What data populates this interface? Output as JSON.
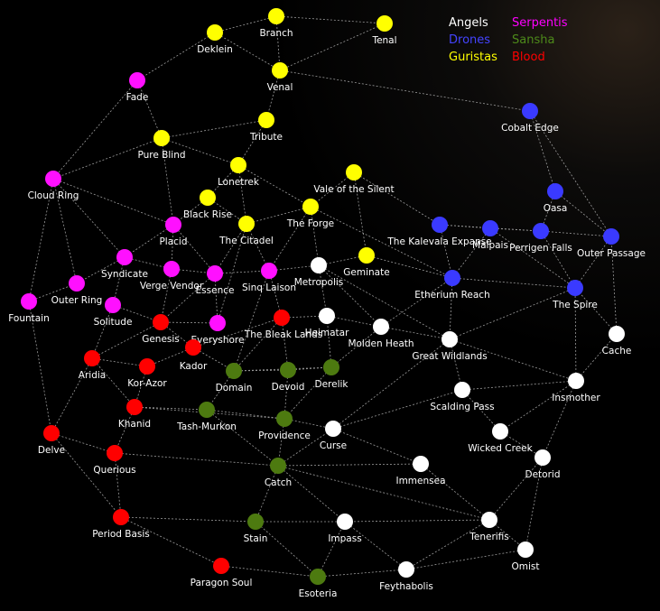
{
  "legend": [
    {
      "label": "Angels",
      "color": "#ffffff"
    },
    {
      "label": "Serpentis",
      "color": "#ff00ff"
    },
    {
      "label": "Drones",
      "color": "#4040ff"
    },
    {
      "label": "Sansha",
      "color": "#4d8a1a"
    },
    {
      "label": "Guristas",
      "color": "#ffff00"
    },
    {
      "label": "Blood",
      "color": "#ff0000"
    }
  ],
  "nodes": [
    {
      "id": "branch",
      "label": "Branch",
      "faction": "Guristas"
    },
    {
      "id": "tenal",
      "label": "Tenal",
      "faction": "Guristas"
    },
    {
      "id": "deklein",
      "label": "Deklein",
      "faction": "Guristas"
    },
    {
      "id": "venal",
      "label": "Venal",
      "faction": "Guristas"
    },
    {
      "id": "tribute",
      "label": "Tribute",
      "faction": "Guristas"
    },
    {
      "id": "pureblind",
      "label": "Pure Blind",
      "faction": "Guristas"
    },
    {
      "id": "lonetrek",
      "label": "Lonetrek",
      "faction": "Guristas"
    },
    {
      "id": "valeofthesilent",
      "label": "Vale of the Silent",
      "faction": "Guristas"
    },
    {
      "id": "blackrise",
      "label": "Black Rise",
      "faction": "Guristas"
    },
    {
      "id": "theforge",
      "label": "The Forge",
      "faction": "Guristas"
    },
    {
      "id": "thecitadel",
      "label": "The Citadel",
      "faction": "Guristas"
    },
    {
      "id": "geminate",
      "label": "Geminate",
      "faction": "Guristas"
    },
    {
      "id": "fade",
      "label": "Fade",
      "faction": "Serpentis"
    },
    {
      "id": "cloudring",
      "label": "Cloud Ring",
      "faction": "Serpentis"
    },
    {
      "id": "placid",
      "label": "Placid",
      "faction": "Serpentis"
    },
    {
      "id": "syndicate",
      "label": "Syndicate",
      "faction": "Serpentis"
    },
    {
      "id": "outerring",
      "label": "Outer Ring",
      "faction": "Serpentis"
    },
    {
      "id": "fountain",
      "label": "Fountain",
      "faction": "Serpentis"
    },
    {
      "id": "solitude",
      "label": "Solitude",
      "faction": "Serpentis"
    },
    {
      "id": "vergevendor",
      "label": "Verge Vendor",
      "faction": "Serpentis"
    },
    {
      "id": "essence",
      "label": "Essence",
      "faction": "Serpentis"
    },
    {
      "id": "sinqlaison",
      "label": "Sinq Laison",
      "faction": "Serpentis"
    },
    {
      "id": "everyshore",
      "label": "Everyshore",
      "faction": "Serpentis"
    },
    {
      "id": "cobaltedge",
      "label": "Cobalt Edge",
      "faction": "Drones"
    },
    {
      "id": "oasa",
      "label": "Oasa",
      "faction": "Drones"
    },
    {
      "id": "kalevala",
      "label": "The Kalevala Expanse",
      "faction": "Drones"
    },
    {
      "id": "malpais",
      "label": "Malpais",
      "faction": "Drones"
    },
    {
      "id": "perrigenfalls",
      "label": "Perrigen Falls",
      "faction": "Drones"
    },
    {
      "id": "outerpassage",
      "label": "Outer Passage",
      "faction": "Drones"
    },
    {
      "id": "etheriumreach",
      "label": "Etherium Reach",
      "faction": "Drones"
    },
    {
      "id": "thespire",
      "label": "The Spire",
      "faction": "Drones"
    },
    {
      "id": "metropolis",
      "label": "Metropolis",
      "faction": "Angels"
    },
    {
      "id": "heimatar",
      "label": "Heimatar",
      "faction": "Angels"
    },
    {
      "id": "moldenheath",
      "label": "Molden Heath",
      "faction": "Angels"
    },
    {
      "id": "greatwildlands",
      "label": "Great Wildlands",
      "faction": "Angels"
    },
    {
      "id": "cache",
      "label": "Cache",
      "faction": "Angels"
    },
    {
      "id": "insmother",
      "label": "Insmother",
      "faction": "Angels"
    },
    {
      "id": "scaldingpass",
      "label": "Scalding Pass",
      "faction": "Angels"
    },
    {
      "id": "wickedcreek",
      "label": "Wicked Creek",
      "faction": "Angels"
    },
    {
      "id": "detorid",
      "label": "Detorid",
      "faction": "Angels"
    },
    {
      "id": "curse",
      "label": "Curse",
      "faction": "Angels"
    },
    {
      "id": "immensea",
      "label": "Immensea",
      "faction": "Angels"
    },
    {
      "id": "impass",
      "label": "Impass",
      "faction": "Angels"
    },
    {
      "id": "tenerifis",
      "label": "Tenerifis",
      "faction": "Angels"
    },
    {
      "id": "omist",
      "label": "Omist",
      "faction": "Angels"
    },
    {
      "id": "feythabolis",
      "label": "Feythabolis",
      "faction": "Angels"
    },
    {
      "id": "genesis",
      "label": "Genesis",
      "faction": "Blood"
    },
    {
      "id": "thebleaklands",
      "label": "The Bleak Lands",
      "faction": "Blood"
    },
    {
      "id": "kador",
      "label": "Kador",
      "faction": "Blood"
    },
    {
      "id": "aridia",
      "label": "Aridia",
      "faction": "Blood"
    },
    {
      "id": "korazor",
      "label": "Kor-Azor",
      "faction": "Blood"
    },
    {
      "id": "khanid",
      "label": "Khanid",
      "faction": "Blood"
    },
    {
      "id": "delve",
      "label": "Delve",
      "faction": "Blood"
    },
    {
      "id": "querious",
      "label": "Querious",
      "faction": "Blood"
    },
    {
      "id": "periodbasis",
      "label": "Period Basis",
      "faction": "Blood"
    },
    {
      "id": "paragonsoul",
      "label": "Paragon Soul",
      "faction": "Blood"
    },
    {
      "id": "domain",
      "label": "Domain",
      "faction": "Sansha"
    },
    {
      "id": "devoid",
      "label": "Devoid",
      "faction": "Sansha"
    },
    {
      "id": "derelik",
      "label": "Derelik",
      "faction": "Sansha"
    },
    {
      "id": "tashmurkon",
      "label": "Tash-Murkon",
      "faction": "Sansha"
    },
    {
      "id": "providence",
      "label": "Providence",
      "faction": "Sansha"
    },
    {
      "id": "catch",
      "label": "Catch",
      "faction": "Sansha"
    },
    {
      "id": "stain",
      "label": "Stain",
      "faction": "Sansha"
    },
    {
      "id": "esoteria",
      "label": "Esoteria",
      "faction": "Sansha"
    }
  ],
  "edges": [
    [
      "branch",
      "tenal"
    ],
    [
      "branch",
      "deklein"
    ],
    [
      "branch",
      "venal"
    ],
    [
      "tenal",
      "venal"
    ],
    [
      "deklein",
      "fade"
    ],
    [
      "deklein",
      "venal"
    ],
    [
      "venal",
      "tribute"
    ],
    [
      "venal",
      "cobaltedge"
    ],
    [
      "tribute",
      "pureblind"
    ],
    [
      "tribute",
      "lonetrek"
    ],
    [
      "pureblind",
      "fade"
    ],
    [
      "pureblind",
      "cloudring"
    ],
    [
      "pureblind",
      "lonetrek"
    ],
    [
      "pureblind",
      "placid"
    ],
    [
      "lonetrek",
      "blackrise"
    ],
    [
      "lonetrek",
      "theforge"
    ],
    [
      "lonetrek",
      "thecitadel"
    ],
    [
      "valeofthesilent",
      "theforge"
    ],
    [
      "valeofthesilent",
      "geminate"
    ],
    [
      "valeofthesilent",
      "kalevala"
    ],
    [
      "theforge",
      "thecitadel"
    ],
    [
      "theforge",
      "metropolis"
    ],
    [
      "theforge",
      "sinqlaison"
    ],
    [
      "theforge",
      "etheriumreach"
    ],
    [
      "blackrise",
      "placid"
    ],
    [
      "blackrise",
      "thecitadel"
    ],
    [
      "thecitadel",
      "essence"
    ],
    [
      "thecitadel",
      "sinqlaison"
    ],
    [
      "thecitadel",
      "everyshore"
    ],
    [
      "geminate",
      "metropolis"
    ],
    [
      "geminate",
      "etheriumreach"
    ],
    [
      "fade",
      "cloudring"
    ],
    [
      "cloudring",
      "outerring"
    ],
    [
      "cloudring",
      "fountain"
    ],
    [
      "cloudring",
      "syndicate"
    ],
    [
      "cloudring",
      "placid"
    ],
    [
      "placid",
      "syndicate"
    ],
    [
      "placid",
      "vergevendor"
    ],
    [
      "placid",
      "essence"
    ],
    [
      "syndicate",
      "outerring"
    ],
    [
      "syndicate",
      "solitude"
    ],
    [
      "syndicate",
      "vergevendor"
    ],
    [
      "fountain",
      "delve"
    ],
    [
      "fountain",
      "outerring"
    ],
    [
      "solitude",
      "aridia"
    ],
    [
      "solitude",
      "genesis"
    ],
    [
      "vergevendor",
      "essence"
    ],
    [
      "vergevendor",
      "genesis"
    ],
    [
      "essence",
      "sinqlaison"
    ],
    [
      "essence",
      "everyshore"
    ],
    [
      "essence",
      "genesis"
    ],
    [
      "sinqlaison",
      "metropolis"
    ],
    [
      "sinqlaison",
      "domain"
    ],
    [
      "sinqlaison",
      "thebleaklands"
    ],
    [
      "everyshore",
      "genesis"
    ],
    [
      "genesis",
      "kador"
    ],
    [
      "genesis",
      "aridia"
    ],
    [
      "kador",
      "korazor"
    ],
    [
      "kador",
      "domain"
    ],
    [
      "kador",
      "thebleaklands"
    ],
    [
      "aridia",
      "korazor"
    ],
    [
      "aridia",
      "delve"
    ],
    [
      "aridia",
      "khanid"
    ],
    [
      "korazor",
      "khanid"
    ],
    [
      "khanid",
      "tashmurkon"
    ],
    [
      "khanid",
      "querious"
    ],
    [
      "khanid",
      "providence"
    ],
    [
      "delve",
      "querious"
    ],
    [
      "delve",
      "periodbasis"
    ],
    [
      "querious",
      "periodbasis"
    ],
    [
      "querious",
      "catch"
    ],
    [
      "periodbasis",
      "stain"
    ],
    [
      "periodbasis",
      "paragonsoul"
    ],
    [
      "paragonsoul",
      "esoteria"
    ],
    [
      "thebleaklands",
      "devoid"
    ],
    [
      "thebleaklands",
      "heimatar"
    ],
    [
      "thebleaklands",
      "domain"
    ],
    [
      "domain",
      "tashmurkon"
    ],
    [
      "domain",
      "devoid"
    ],
    [
      "domain",
      "derelik"
    ],
    [
      "devoid",
      "derelik"
    ],
    [
      "devoid",
      "providence"
    ],
    [
      "derelik",
      "heimatar"
    ],
    [
      "derelik",
      "moldenheath"
    ],
    [
      "derelik",
      "providence"
    ],
    [
      "tashmurkon",
      "providence"
    ],
    [
      "tashmurkon",
      "catch"
    ],
    [
      "providence",
      "catch"
    ],
    [
      "providence",
      "curse"
    ],
    [
      "catch",
      "stain"
    ],
    [
      "catch",
      "curse"
    ],
    [
      "catch",
      "immensea"
    ],
    [
      "catch",
      "impass"
    ],
    [
      "catch",
      "tenerifis"
    ],
    [
      "stain",
      "esoteria"
    ],
    [
      "stain",
      "impass"
    ],
    [
      "esoteria",
      "feythabolis"
    ],
    [
      "esoteria",
      "impass"
    ],
    [
      "metropolis",
      "heimatar"
    ],
    [
      "metropolis",
      "moldenheath"
    ],
    [
      "metropolis",
      "greatwildlands"
    ],
    [
      "heimatar",
      "moldenheath"
    ],
    [
      "moldenheath",
      "greatwildlands"
    ],
    [
      "moldenheath",
      "etheriumreach"
    ],
    [
      "greatwildlands",
      "curse"
    ],
    [
      "greatwildlands",
      "scaldingpass"
    ],
    [
      "greatwildlands",
      "thespire"
    ],
    [
      "greatwildlands",
      "insmother"
    ],
    [
      "curse",
      "scaldingpass"
    ],
    [
      "curse",
      "immensea"
    ],
    [
      "scaldingpass",
      "insmother"
    ],
    [
      "scaldingpass",
      "wickedcreek"
    ],
    [
      "insmother",
      "cache"
    ],
    [
      "insmother",
      "thespire"
    ],
    [
      "insmother",
      "wickedcreek"
    ],
    [
      "insmother",
      "detorid"
    ],
    [
      "wickedcreek",
      "detorid"
    ],
    [
      "detorid",
      "tenerifis"
    ],
    [
      "detorid",
      "omist"
    ],
    [
      "immensea",
      "tenerifis"
    ],
    [
      "tenerifis",
      "omist"
    ],
    [
      "tenerifis",
      "feythabolis"
    ],
    [
      "tenerifis",
      "impass"
    ],
    [
      "omist",
      "feythabolis"
    ],
    [
      "impass",
      "feythabolis"
    ],
    [
      "cache",
      "thespire"
    ],
    [
      "cache",
      "outerpassage"
    ],
    [
      "cobaltedge",
      "oasa"
    ],
    [
      "cobaltedge",
      "outerpassage"
    ],
    [
      "oasa",
      "perrigenfalls"
    ],
    [
      "oasa",
      "outerpassage"
    ],
    [
      "kalevala",
      "malpais"
    ],
    [
      "kalevala",
      "perrigenfalls"
    ],
    [
      "kalevala",
      "etheriumreach"
    ],
    [
      "malpais",
      "perrigenfalls"
    ],
    [
      "malpais",
      "etheriumreach"
    ],
    [
      "malpais",
      "thespire"
    ],
    [
      "perrigenfalls",
      "thespire"
    ],
    [
      "perrigenfalls",
      "outerpassage"
    ],
    [
      "etheriumreach",
      "thespire"
    ],
    [
      "outerpassage",
      "thespire"
    ],
    [
      "etheriumreach",
      "greatwildlands"
    ]
  ]
}
